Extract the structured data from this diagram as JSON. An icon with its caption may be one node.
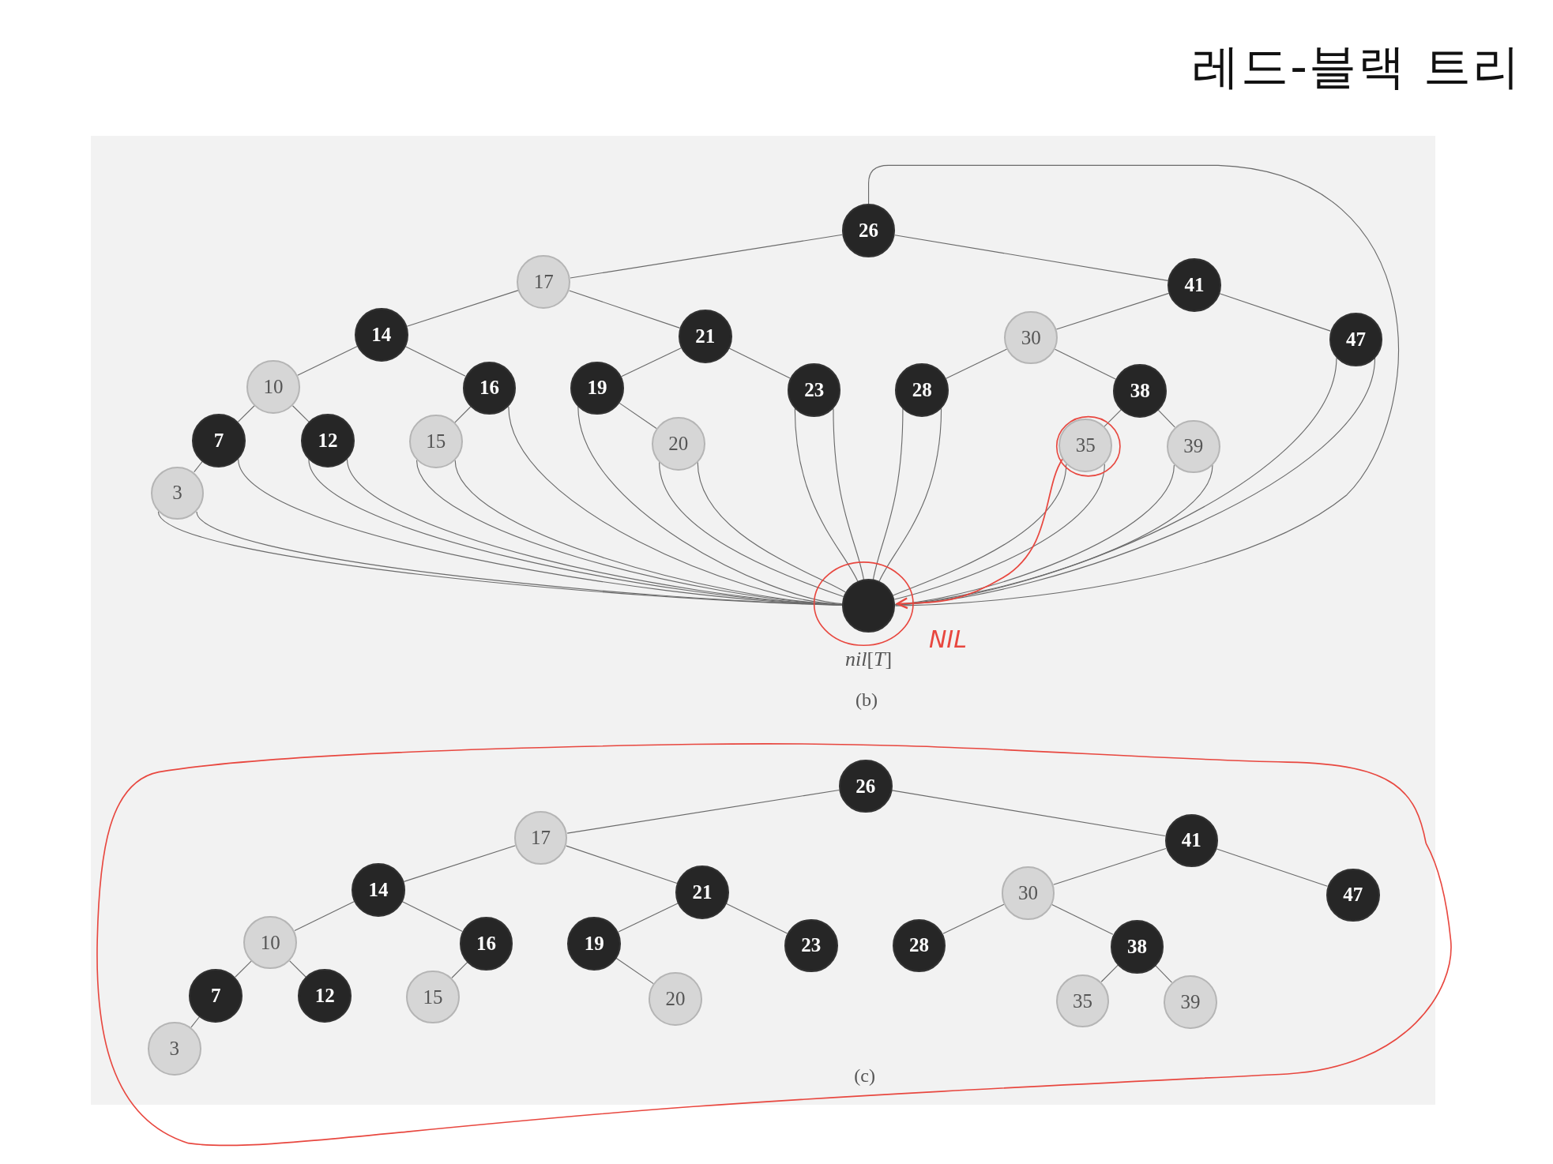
{
  "diagram": {
    "title": "레드-블랙 트리",
    "nodes": [
      {
        "text": [
          "26"
        ]
      },
      {
        "text": [
          "17"
        ]
      },
      {
        "text": [
          "41"
        ]
      },
      {
        "text": [
          "14"
        ]
      },
      {
        "text": [
          "21"
        ]
      },
      {
        "text": [
          "30"
        ]
      },
      {
        "text": [
          "47"
        ]
      },
      {
        "text": [
          "10"
        ]
      },
      {
        "text": [
          "16"
        ]
      },
      {
        "text": [
          "19"
        ]
      },
      {
        "text": [
          "23"
        ]
      },
      {
        "text": [
          "28"
        ]
      },
      {
        "text": [
          "38"
        ]
      },
      {
        "text": [
          "7"
        ]
      },
      {
        "text": [
          "12"
        ]
      },
      {
        "text": [
          "15"
        ]
      },
      {
        "text": [
          "20"
        ]
      },
      {
        "text": [
          "35"
        ]
      },
      {
        "text": [
          "39"
        ]
      },
      {
        "text": [
          "3"
        ]
      },
      {
        "text": [],
        "shape": "circle",
        "beside": [
          "*nil*[*T*]"
        ]
      },
      {
        "text": [
          "26"
        ]
      },
      {
        "text": [
          "17"
        ]
      },
      {
        "text": [
          "41"
        ]
      },
      {
        "text": [
          "14"
        ]
      },
      {
        "text": [
          "21"
        ]
      },
      {
        "text": [
          "30"
        ]
      },
      {
        "text": [
          "47"
        ]
      },
      {
        "text": [
          "10"
        ]
      },
      {
        "text": [
          "16"
        ]
      },
      {
        "text": [
          "19"
        ]
      },
      {
        "text": [
          "23"
        ]
      },
      {
        "text": [
          "28"
        ]
      },
      {
        "text": [
          "38"
        ]
      },
      {
        "text": [
          "7"
        ]
      },
      {
        "text": [
          "12"
        ]
      },
      {
        "text": [
          "15"
        ]
      },
      {
        "text": [
          "20"
        ]
      },
      {
        "text": [
          "35"
        ]
      },
      {
        "text": [
          "39"
        ]
      },
      {
        "text": [
          "3"
        ]
      }
    ],
    "edges": [
      {
        "from": 0,
        "to": 1,
        "arrow": "none"
      },
      {
        "from": 0,
        "to": 2,
        "arrow": "none"
      },
      {
        "from": 1,
        "to": 3,
        "arrow": "none"
      },
      {
        "from": 1,
        "to": 4,
        "arrow": "none"
      },
      {
        "from": 2,
        "to": 5,
        "arrow": "none"
      },
      {
        "from": 2,
        "to": 6,
        "arrow": "none"
      },
      {
        "from": 3,
        "to": 7,
        "arrow": "none"
      },
      {
        "from": 3,
        "to": 8,
        "arrow": "none"
      },
      {
        "from": 4,
        "to": 9,
        "arrow": "none"
      },
      {
        "from": 4,
        "to": 10,
        "arrow": "none"
      },
      {
        "from": 5,
        "to": 11,
        "arrow": "none"
      },
      {
        "from": 5,
        "to": 12,
        "arrow": "none"
      },
      {
        "from": 7,
        "to": 13,
        "arrow": "none"
      },
      {
        "from": 7,
        "to": 14,
        "arrow": "none"
      },
      {
        "from": 8,
        "to": 15,
        "arrow": "none"
      },
      {
        "from": 9,
        "to": 16,
        "arrow": "none"
      },
      {
        "from": 12,
        "to": 17,
        "arrow": "none"
      },
      {
        "from": 12,
        "to": 18,
        "arrow": "none"
      },
      {
        "from": 13,
        "to": 19,
        "arrow": "none"
      },
      {
        "from": 0,
        "to": 20,
        "arrow": "none"
      },
      {
        "from": 6,
        "to": 20,
        "arrow": "none"
      },
      {
        "from": 6,
        "to": 20,
        "arrow": "none"
      },
      {
        "from": 10,
        "to": 20,
        "arrow": "none"
      },
      {
        "from": 10,
        "to": 20,
        "arrow": "none"
      },
      {
        "from": 11,
        "to": 20,
        "arrow": "none"
      },
      {
        "from": 11,
        "to": 20,
        "arrow": "none"
      },
      {
        "from": 8,
        "to": 20,
        "arrow": "none"
      },
      {
        "from": 9,
        "to": 20,
        "arrow": "none"
      },
      {
        "from": 13,
        "to": 20,
        "arrow": "none"
      },
      {
        "from": 14,
        "to": 20,
        "arrow": "none"
      },
      {
        "from": 14,
        "to": 20,
        "arrow": "none"
      },
      {
        "from": 15,
        "to": 20,
        "arrow": "none"
      },
      {
        "from": 15,
        "to": 20,
        "arrow": "none"
      },
      {
        "from": 16,
        "to": 20,
        "arrow": "none"
      },
      {
        "from": 16,
        "to": 20,
        "arrow": "none"
      },
      {
        "from": 17,
        "to": 20,
        "arrow": "none"
      },
      {
        "from": 17,
        "to": 20,
        "arrow": "none"
      },
      {
        "from": 18,
        "to": 20,
        "arrow": "none"
      },
      {
        "from": 18,
        "to": 20,
        "arrow": "none"
      },
      {
        "from": 19,
        "to": 20,
        "arrow": "none"
      },
      {
        "from": 19,
        "to": 20,
        "arrow": "none"
      },
      {
        "from": 17,
        "to": 20,
        "arrow": "to",
        "color": "#e8473f"
      },
      {
        "from": 21,
        "to": 22,
        "arrow": "none"
      },
      {
        "from": 21,
        "to": 23,
        "arrow": "none"
      },
      {
        "from": 22,
        "to": 24,
        "arrow": "none"
      },
      {
        "from": 22,
        "to": 25,
        "arrow": "none"
      },
      {
        "from": 23,
        "to": 26,
        "arrow": "none"
      },
      {
        "from": 23,
        "to": 27,
        "arrow": "none"
      },
      {
        "from": 24,
        "to": 28,
        "arrow": "none"
      },
      {
        "from": 24,
        "to": 29,
        "arrow": "none"
      },
      {
        "from": 25,
        "to": 30,
        "arrow": "none"
      },
      {
        "from": 25,
        "to": 31,
        "arrow": "none"
      },
      {
        "from": 26,
        "to": 32,
        "arrow": "none"
      },
      {
        "from": 26,
        "to": 33,
        "arrow": "none"
      },
      {
        "from": 28,
        "to": 34,
        "arrow": "none"
      },
      {
        "from": 28,
        "to": 35,
        "arrow": "none"
      },
      {
        "from": 29,
        "to": 36,
        "arrow": "none"
      },
      {
        "from": 30,
        "to": 37,
        "arrow": "none"
      },
      {
        "from": 33,
        "to": 38,
        "arrow": "none"
      },
      {
        "from": 33,
        "to": 39,
        "arrow": "none"
      },
      {
        "from": 34,
        "to": 40,
        "arrow": "none"
      }
    ],
    "labels": [
      "NIL",
      "(b)",
      "(c)"
    ]
  }
}
